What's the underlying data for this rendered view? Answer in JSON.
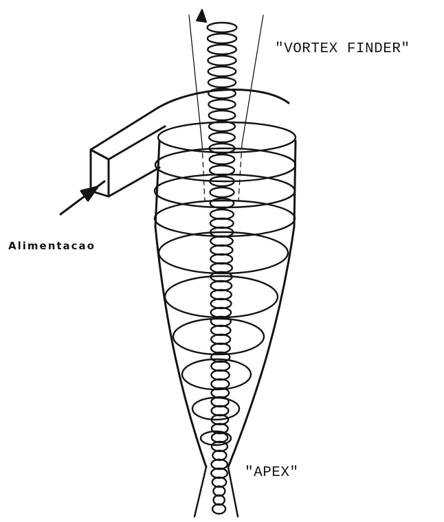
{
  "labels": {
    "vortex_finder": "\"VORTEX FINDER\"",
    "alimentacao": "Alimentacao",
    "apex": "\"APEX\""
  },
  "colors": {
    "ink": "#141414",
    "background": "#ffffff"
  }
}
